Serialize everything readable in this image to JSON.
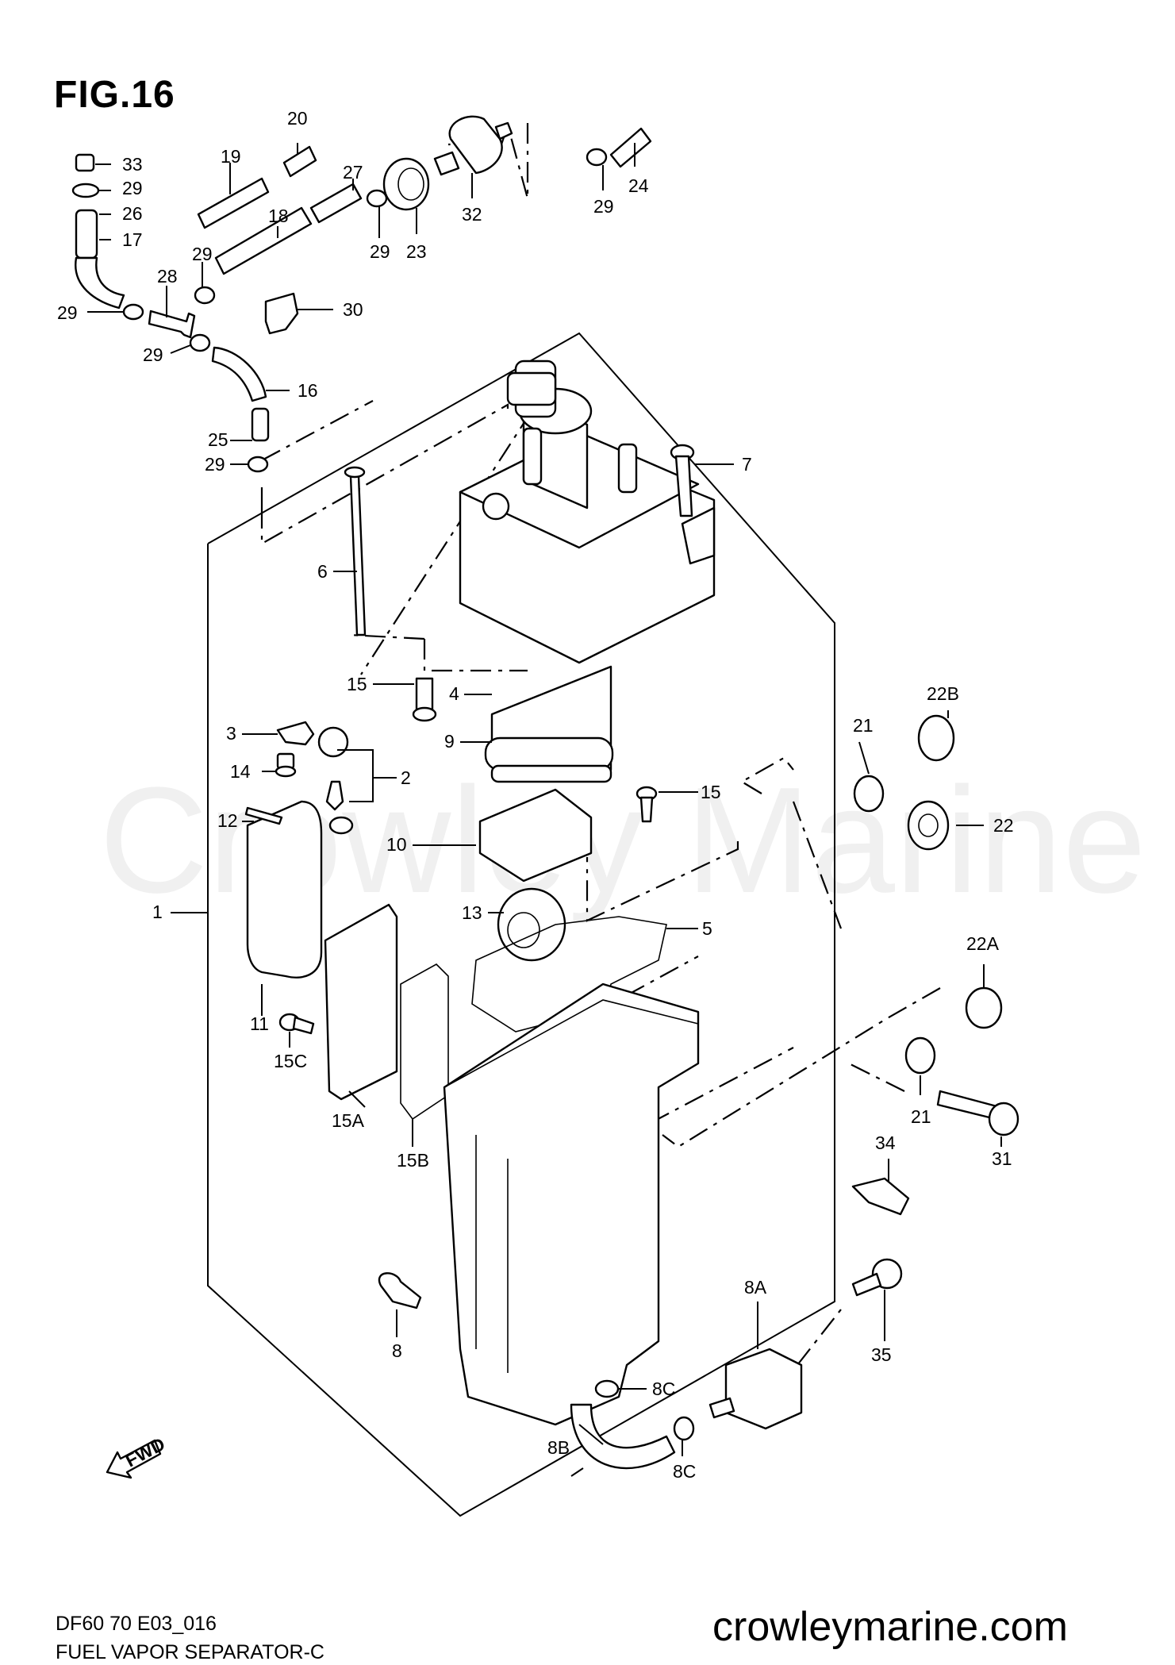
{
  "figure_title": "FIG.16",
  "diagram_code": "DF60 70 E03_016",
  "diagram_description": "FUEL VAPOR SEPARATOR-C",
  "website": "crowleymarine.com",
  "watermark": "Crowley Marine",
  "direction_arrow": "FWD",
  "callouts": {
    "p1": "1",
    "p2": "2",
    "p3": "3",
    "p4": "4",
    "p5": "5",
    "p6": "6",
    "p7": "7",
    "p8": "8",
    "p8A": "8A",
    "p8B": "8B",
    "p8C_a": "8C",
    "p8C_b": "8C",
    "p9": "9",
    "p10": "10",
    "p11": "11",
    "p12": "12",
    "p13": "13",
    "p14": "14",
    "p15_a": "15",
    "p15_b": "15",
    "p15A": "15A",
    "p15B": "15B",
    "p15C": "15C",
    "p16": "16",
    "p17": "17",
    "p18": "18",
    "p19": "19",
    "p20": "20",
    "p21_a": "21",
    "p21_b": "21",
    "p22": "22",
    "p22A": "22A",
    "p22B": "22B",
    "p23": "23",
    "p24": "24",
    "p25": "25",
    "p26": "26",
    "p27": "27",
    "p28": "28",
    "p29_a": "29",
    "p29_b": "29",
    "p29_c": "29",
    "p29_d": "29",
    "p29_e": "29",
    "p29_f": "29",
    "p29_g": "29",
    "p30": "30",
    "p31": "31",
    "p32": "32",
    "p33": "33",
    "p34": "34",
    "p35": "35"
  }
}
